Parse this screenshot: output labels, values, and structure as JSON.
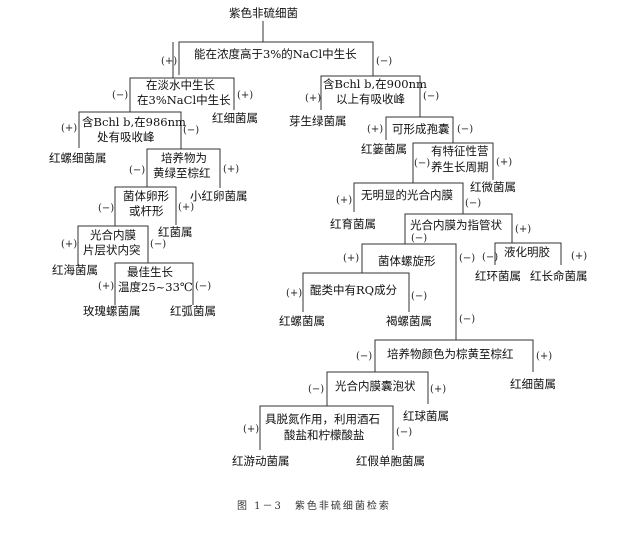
{
  "signs": {
    "plus": "(+)",
    "minus": "(−)"
  },
  "root": "紫色非硫细菌",
  "questions": {
    "q1": [
      "能在浓度高于3%的NaCl中生长"
    ],
    "q2": [
      "在淡水中生长",
      "在3%NaCl中生长"
    ],
    "q3": [
      "含Bchl b,在986nm",
      "处有吸收峰"
    ],
    "q4": [
      "培养物为",
      "黄绿至棕红"
    ],
    "q5": [
      "菌体卵形",
      "或杆形"
    ],
    "q6": [
      "光合内膜",
      "片层状内突"
    ],
    "q7": [
      "最佳生长",
      "温度25~33℃"
    ],
    "q8": [
      "含Bchl b,在900nm",
      "以上有吸收峰"
    ],
    "q9": [
      "可形成孢囊"
    ],
    "q10": [
      "有特征性营",
      "养生长周期"
    ],
    "q11": [
      "无明显的光合内膜"
    ],
    "q12": [
      "光合内膜为指管状"
    ],
    "q13": [
      "菌体螺旋形"
    ],
    "q14": [
      "液化明胶"
    ],
    "q15": [
      "醌类中有RQ成分"
    ],
    "q16": [
      "培养物颜色为棕黄至棕红"
    ],
    "q17": [
      "光合内膜囊泡状"
    ],
    "q18": [
      "具脱氮作用，利用酒石",
      "酸盐和柠檬酸盐"
    ]
  },
  "taxa": {
    "rhodobacter_1": "红细菌属",
    "rhodospirillum_small": "红螺细菌属",
    "rhodovulum": "小红卵菌属",
    "rhodobium": "红菌属",
    "rhodothalassium": "红海菌属",
    "roseospira": "玫瑰螺菌属",
    "rhodovibrio": "红弧菌属",
    "blastochloris": "芽生绿菌属",
    "rhodocista": "红篓菌属",
    "rhodomicrobium": "红微菌属",
    "rhodoplanes": "红育菌属",
    "rhodocyclus": "红环菌属",
    "rhodoferax_long": "红长命菌属",
    "rhodospirillum": "红螺菌属",
    "phaeospirillum": "褐螺菌属",
    "rhodobacter_2": "红细菌属",
    "rhodococcus": "红球菌属",
    "rhodoplanes_motile": "红游动菌属",
    "rhodopseudomonas": "红假单胞菌属"
  },
  "caption": "图 1－3　紫色非硫细菌检索"
}
